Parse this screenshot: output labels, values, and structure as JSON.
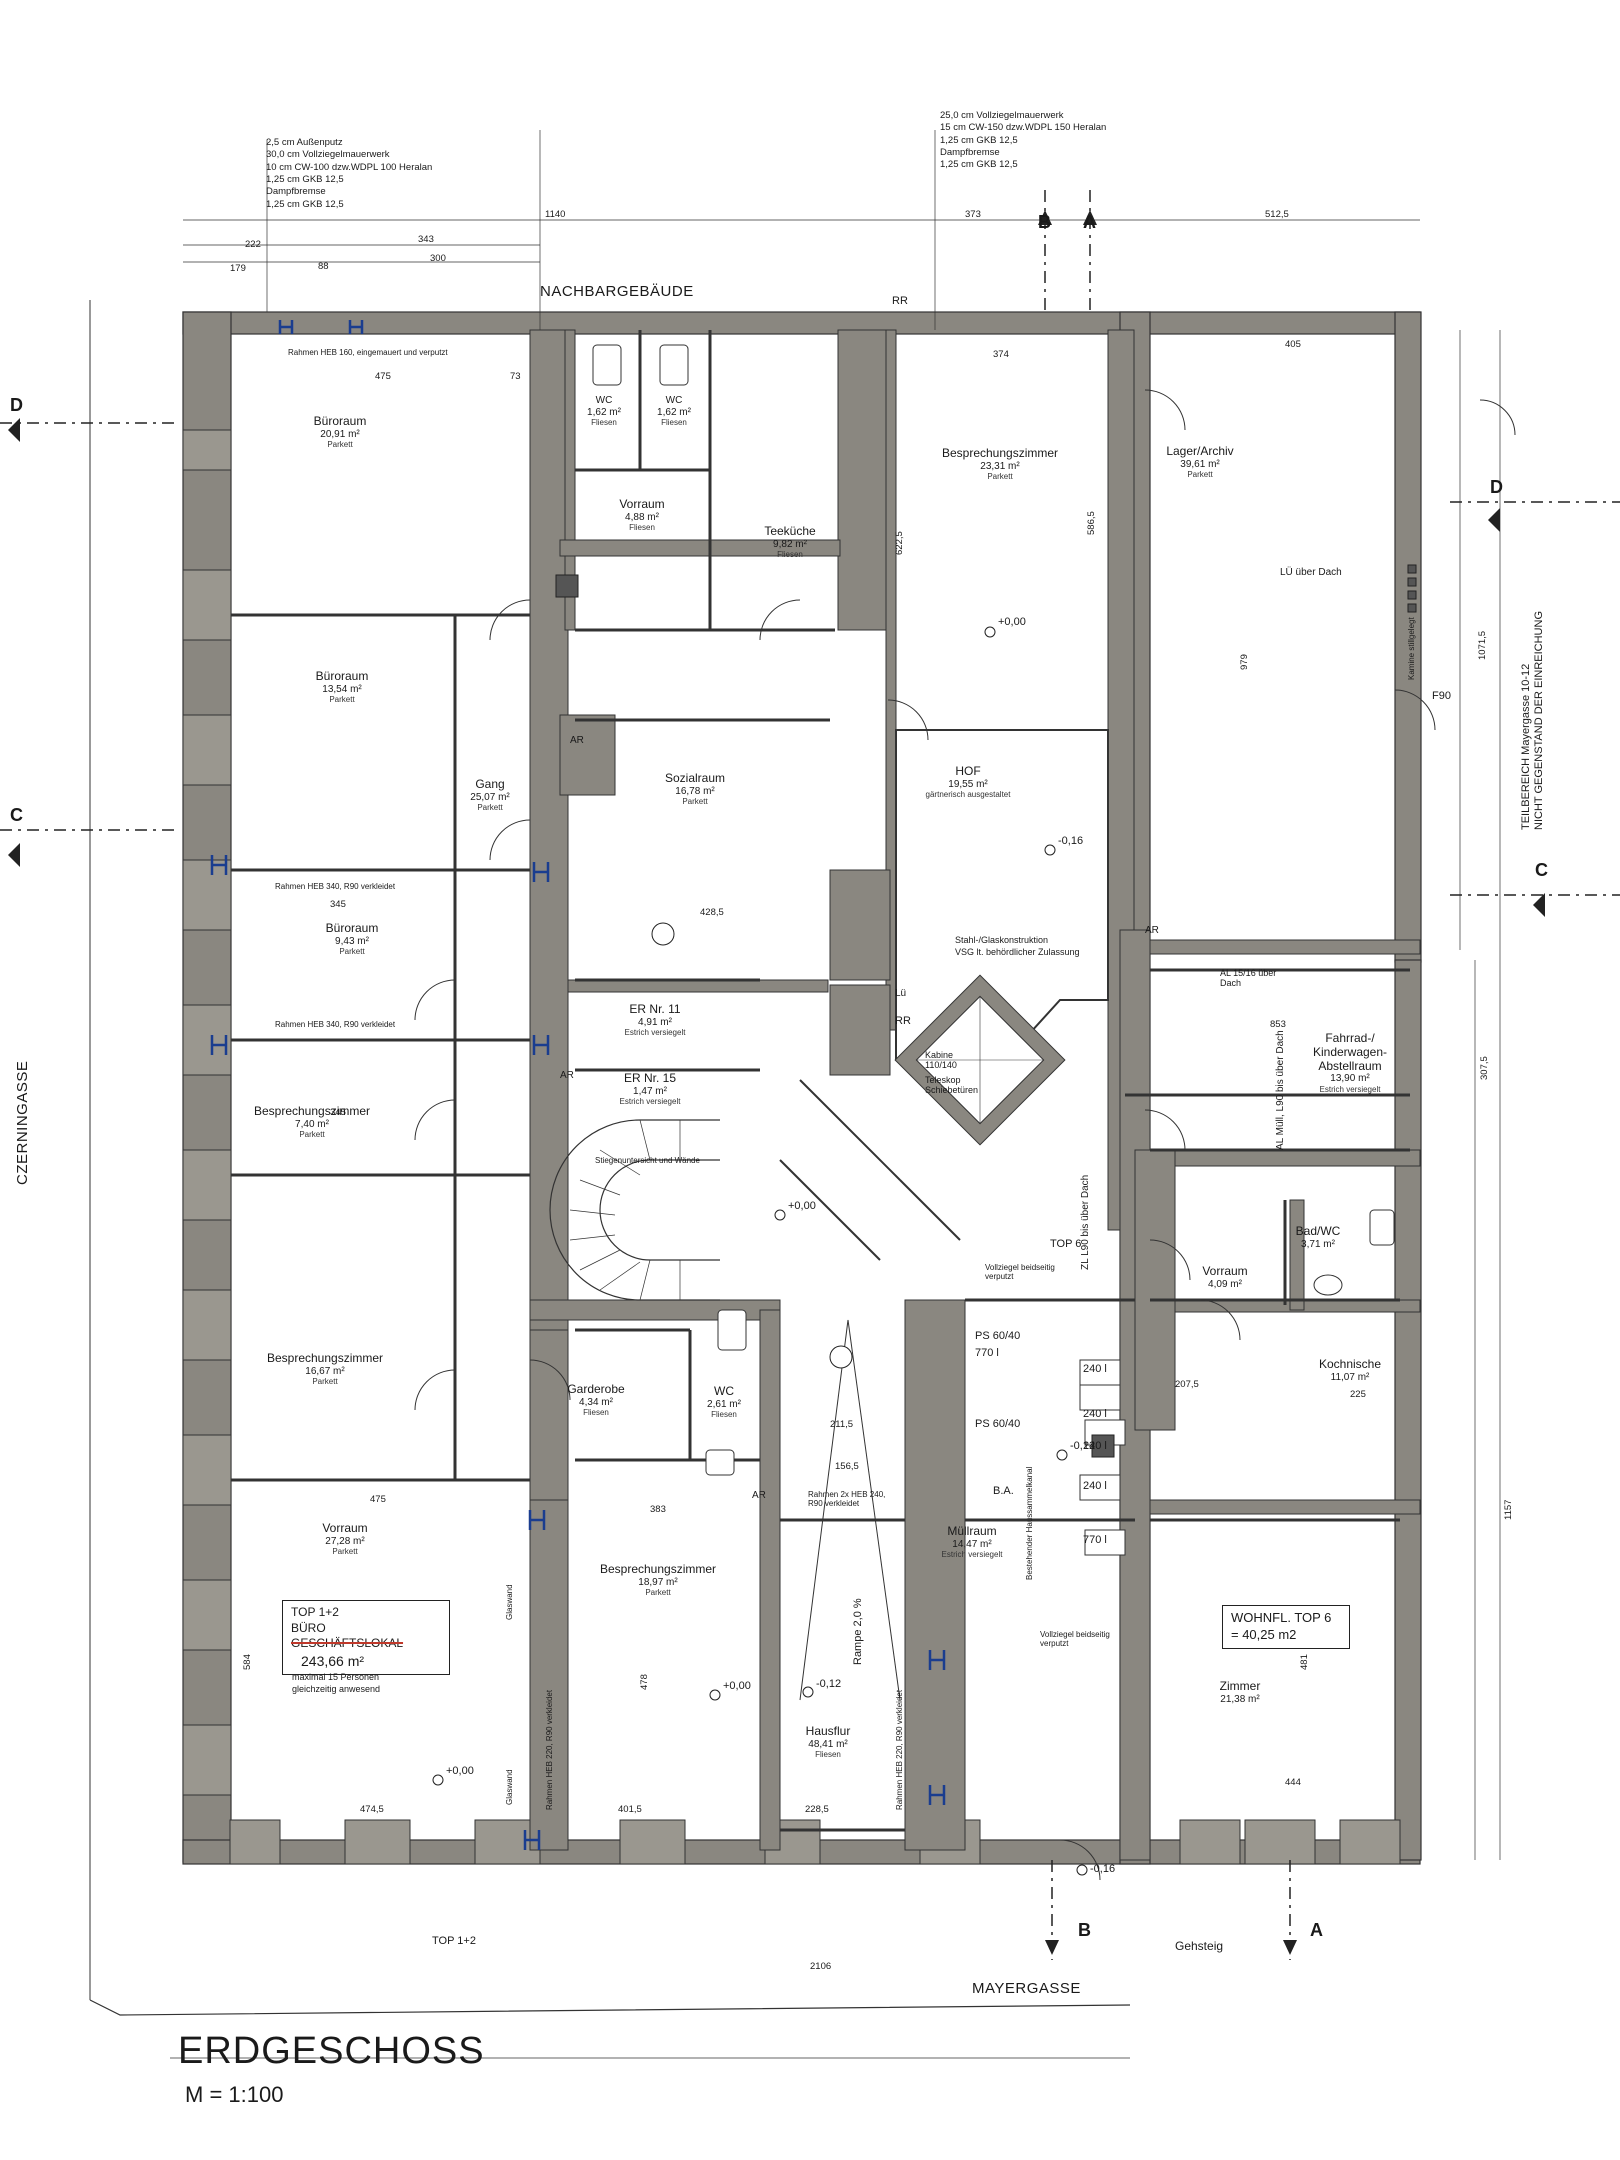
{
  "title": "ERDGESCHOSS",
  "scale": "M = 1:100",
  "streets": {
    "north": "NACHBARGEBÄUDE",
    "west": "CZERNINGASSE",
    "south": "MAYERGASSE",
    "sidewalk": "Gehsteig"
  },
  "wall_specs": {
    "left": [
      "2,5 cm Außenputz",
      "30,0 cm Vollziegelmauerwerk",
      "10 cm CW-100 dzw.WDPL 100 Heralan",
      "1,25 cm GKB 12,5",
      "Dampfbremse",
      "1,25 cm GKB 12,5"
    ],
    "right": [
      "25,0 cm Vollziegelmauerwerk",
      "15 cm CW-150 dzw.WDPL 150 Heralan",
      "1,25 cm GKB 12,5",
      "Dampfbremse",
      "1,25 cm GKB 12,5"
    ]
  },
  "side_note": [
    "TEILBEREICH Mayergasse 10-12",
    "NICHT GEGENSTAND DER EINREICHUNG"
  ],
  "rooms": [
    {
      "name": "Büroraum",
      "area": "20,91 m²",
      "floor": "Parkett"
    },
    {
      "name": "WC",
      "area": "1,62 m²",
      "floor": "Fliesen"
    },
    {
      "name": "WC",
      "area": "1,62 m²",
      "floor": "Fliesen"
    },
    {
      "name": "Vorraum",
      "area": "4,88 m²",
      "floor": "Fliesen"
    },
    {
      "name": "Teeküche",
      "area": "9,82 m²",
      "floor": "Fliesen"
    },
    {
      "name": "Besprechungszimmer",
      "area": "23,31 m²",
      "floor": "Parkett"
    },
    {
      "name": "Lager/Archiv",
      "area": "39,61 m²",
      "floor": "Parkett"
    },
    {
      "name": "Büroraum",
      "area": "13,54 m²",
      "floor": "Parkett"
    },
    {
      "name": "Gang",
      "area": "25,07 m²",
      "floor": "Parkett"
    },
    {
      "name": "Sozialraum",
      "area": "16,78 m²",
      "floor": "Parkett"
    },
    {
      "name": "HOF",
      "area": "19,55 m²",
      "floor": "gärtnerisch ausgestaltet"
    },
    {
      "name": "Büroraum",
      "area": "9,43 m²",
      "floor": "Parkett"
    },
    {
      "name": "ER Nr. 11",
      "area": "4,91 m²",
      "floor": "Estrich versiegelt"
    },
    {
      "name": "ER Nr. 15",
      "area": "1,47 m²",
      "floor": "Estrich versiegelt"
    },
    {
      "name": "Besprechungszimmer",
      "area": "7,40 m²",
      "floor": "Parkett"
    },
    {
      "name": "Fahrrad-/ Kinderwagen- Abstellraum",
      "area": "13,90 m²",
      "floor": "Estrich versiegelt"
    },
    {
      "name": "Bad/WC",
      "area": "3,71 m²",
      "floor": ""
    },
    {
      "name": "Vorraum",
      "area": "4,09 m²",
      "floor": ""
    },
    {
      "name": "Kochnische",
      "area": "11,07 m²",
      "floor": ""
    },
    {
      "name": "Besprechungszimmer",
      "area": "16,67 m²",
      "floor": "Parkett"
    },
    {
      "name": "Garderobe",
      "area": "4,34 m²",
      "floor": "Fliesen"
    },
    {
      "name": "WC",
      "area": "2,61 m²",
      "floor": "Fliesen"
    },
    {
      "name": "Vorraum",
      "area": "27,28 m²",
      "floor": "Parkett"
    },
    {
      "name": "Besprechungszimmer",
      "area": "18,97 m²",
      "floor": "Parkett"
    },
    {
      "name": "Hausflur",
      "area": "48,41 m²",
      "floor": "Fliesen"
    },
    {
      "name": "Müllraum",
      "area": "14,47 m²",
      "floor": "Estrich versiegelt"
    },
    {
      "name": "Zimmer",
      "area": "21,38 m²",
      "floor": ""
    }
  ],
  "title_box": {
    "line1": "TOP 1+2",
    "line2": "BÜRO",
    "line3": "GESCHÄFTSLOKAL",
    "area": "243,66 m²",
    "note1": "maximal 15 Personen",
    "note2": "gleichzeitig anwesend"
  },
  "wohnfl_box": {
    "line1": "WOHNFL. TOP 6",
    "line2": "= 40,25 m2"
  },
  "labels": {
    "lu_uber_dach": "LÜ über Dach",
    "kamine": "Kamine stillgelegt",
    "stiege": "Stiegenuntersicht und Wände",
    "kabine": "Kabine 110/140",
    "teleskop": "Teleskop Schiebetüren",
    "stahl_glas": "Stahl-/Glaskonstruktion",
    "vsg": "VSG lt. behördlicher Zulassung",
    "rampe": "Rampe 2,0 %",
    "top6": "TOP 6",
    "zl": "ZL L90 bis über Dach",
    "al_muell": "AL Müll, L90 bis über Dach",
    "al_1516": "AL 15/16 über Dach",
    "rahmen_160": "Rahmen HEB 160, eingemauert und verputzt",
    "rahmen_340a": "Rahmen HEB 340, R90 verkleidet",
    "rahmen_340b": "Rahmen HEB 340, R90 verkleidet",
    "rahmen_240": "Rahmen 2x HEB 240, R90 verkleidet",
    "rahmen_220": "Rahmen HEB 220, R90 verkleidet",
    "rahmen_220b": "Rahmen HEB 220, R90 verkleidet",
    "vollziegel1": "Vollziegel beidseitig verputzt",
    "vollziegel2": "Vollziegel beidseitig verputzt",
    "haussammel": "Bestehender Haussammelkanal",
    "ps1": "PS 60/40",
    "ps1v": "770 l",
    "ps2": "PS 60/40",
    "ba": "B.A.",
    "l240a": "240 l",
    "l240b": "240 l",
    "l240c": "240 l",
    "l240d": "240 l",
    "l770": "770 l",
    "top12_bottom": "TOP 1+2",
    "f90": "F90",
    "gk": "Glaswand",
    "gk2": "Glaswand",
    "rr1": "RR",
    "rr2": "RR",
    "ar1": "AR",
    "ar2": "AR",
    "ar3": "AR",
    "ar4": "AR",
    "lu": "Lü"
  },
  "levels": [
    "+0,00",
    "+0,00",
    "+0,00",
    "+0,00",
    "-0,16",
    "-0,12",
    "-0,12",
    "-0,16"
  ],
  "sections": {
    "A": "A",
    "B": "B",
    "C": "C",
    "D": "D"
  },
  "dims": {
    "d1140": "1140",
    "d373": "373",
    "d512": "512,5",
    "d343": "343",
    "d300": "300",
    "d222": "222",
    "d179": "179",
    "d88": "88",
    "d475a": "475",
    "d73": "73",
    "d374": "374",
    "d405": "405",
    "d2106": "2106",
    "d4745": "474,5",
    "d4015": "401,5",
    "d2285": "228,5",
    "d444": "444",
    "d1071": "1071,5",
    "d3075": "307,5",
    "d1157": "1157",
    "d345a": "345",
    "d345b": "345",
    "d4285": "428,5",
    "d853": "853",
    "d979": "979",
    "d5865": "586,5",
    "d6225": "622,5",
    "d475b": "475",
    "d383": "383",
    "d478": "478",
    "d584": "584",
    "d481": "481",
    "d2075": "207,5",
    "d225": "225",
    "d2115": "211,5",
    "d1565": "156,5"
  }
}
